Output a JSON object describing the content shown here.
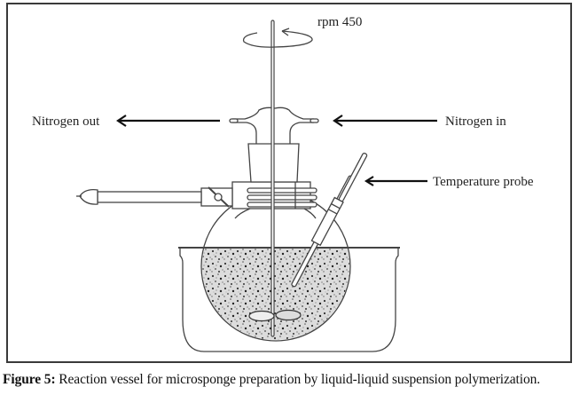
{
  "figure": {
    "labels": {
      "rpm": "rpm 450",
      "nitrogen_out": "Nitrogen out",
      "nitrogen_in": "Nitrogen in",
      "temperature_probe": "Temperature probe"
    },
    "caption": {
      "prefix": "Figure 5:",
      "text": " Reaction vessel for microsponge preparation by liquid-liquid suspension polymerization."
    },
    "components": [
      "stirrer-shaft",
      "rotation-indicator",
      "gas-adapter",
      "ground-glass-joint",
      "condenser",
      "side-arm-stopcock",
      "round-bottom-flask",
      "temperature-probe",
      "water-bath",
      "stirrer-paddle",
      "suspension-mixture"
    ]
  }
}
